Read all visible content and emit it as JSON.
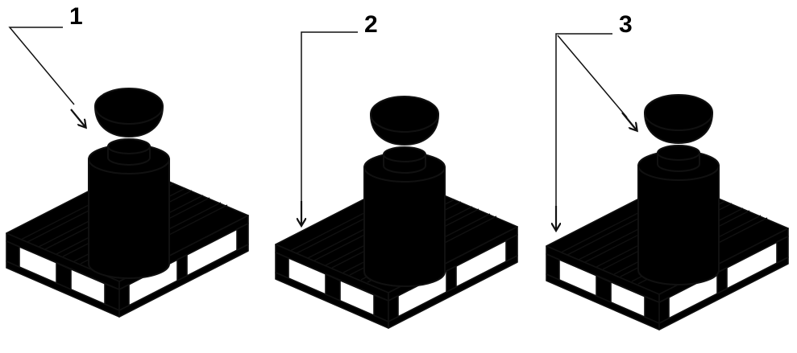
{
  "colors": {
    "ink": "#111111",
    "paper": "#ffffff",
    "pallet_shaded": "#d9d9d9",
    "pallet_light": "#ffffff",
    "weight_light": "#f6f6f6",
    "weight_shaded": "#e3e3e3"
  },
  "figures": [
    {
      "label": "1",
      "pallet_style": "light",
      "weight_style": "shaded",
      "arrow_target": "weight-knob"
    },
    {
      "label": "2",
      "pallet_style": "shaded",
      "weight_style": "light",
      "arrow_target": "pallet"
    },
    {
      "label": "3",
      "pallet_style": "shaded",
      "weight_style": "shaded",
      "arrow_targets": [
        "weight-knob",
        "pallet"
      ]
    }
  ]
}
